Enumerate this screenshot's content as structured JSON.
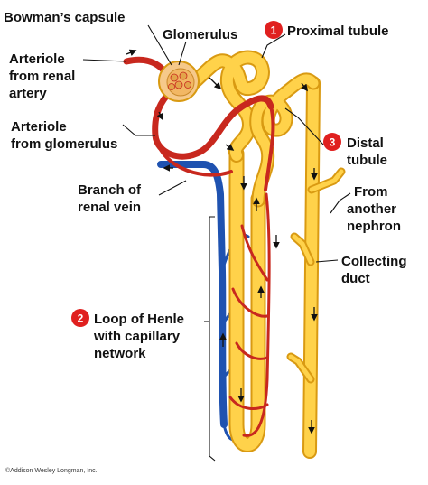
{
  "labels": {
    "bowmans_capsule": "Bowman’s capsule",
    "glomerulus": "Glomerulus",
    "proximal_tubule": "Proximal tubule",
    "arteriole_from_renal_artery": [
      "Arteriole",
      "from renal",
      "artery"
    ],
    "arteriole_from_glomerulus": [
      "Arteriole",
      "from glomerulus"
    ],
    "distal_tubule": [
      "Distal",
      "tubule"
    ],
    "branch_of_renal_vein": [
      "Branch of",
      "renal vein"
    ],
    "from_another_nephron": [
      "From",
      "another",
      "nephron"
    ],
    "collecting_duct": [
      "Collecting",
      "duct"
    ],
    "loop_of_henle": [
      "Loop of Henle",
      "with capillary",
      "network"
    ]
  },
  "markers": {
    "proximal": "1",
    "loop": "2",
    "distal": "3"
  },
  "copyright": "©Addison Wesley Longman, Inc.",
  "colors": {
    "marker": "#e0201f",
    "tubule": "#ffd24a",
    "tubule_edge": "#d99a12",
    "artery": "#c8281e",
    "vein": "#1f52b0"
  }
}
